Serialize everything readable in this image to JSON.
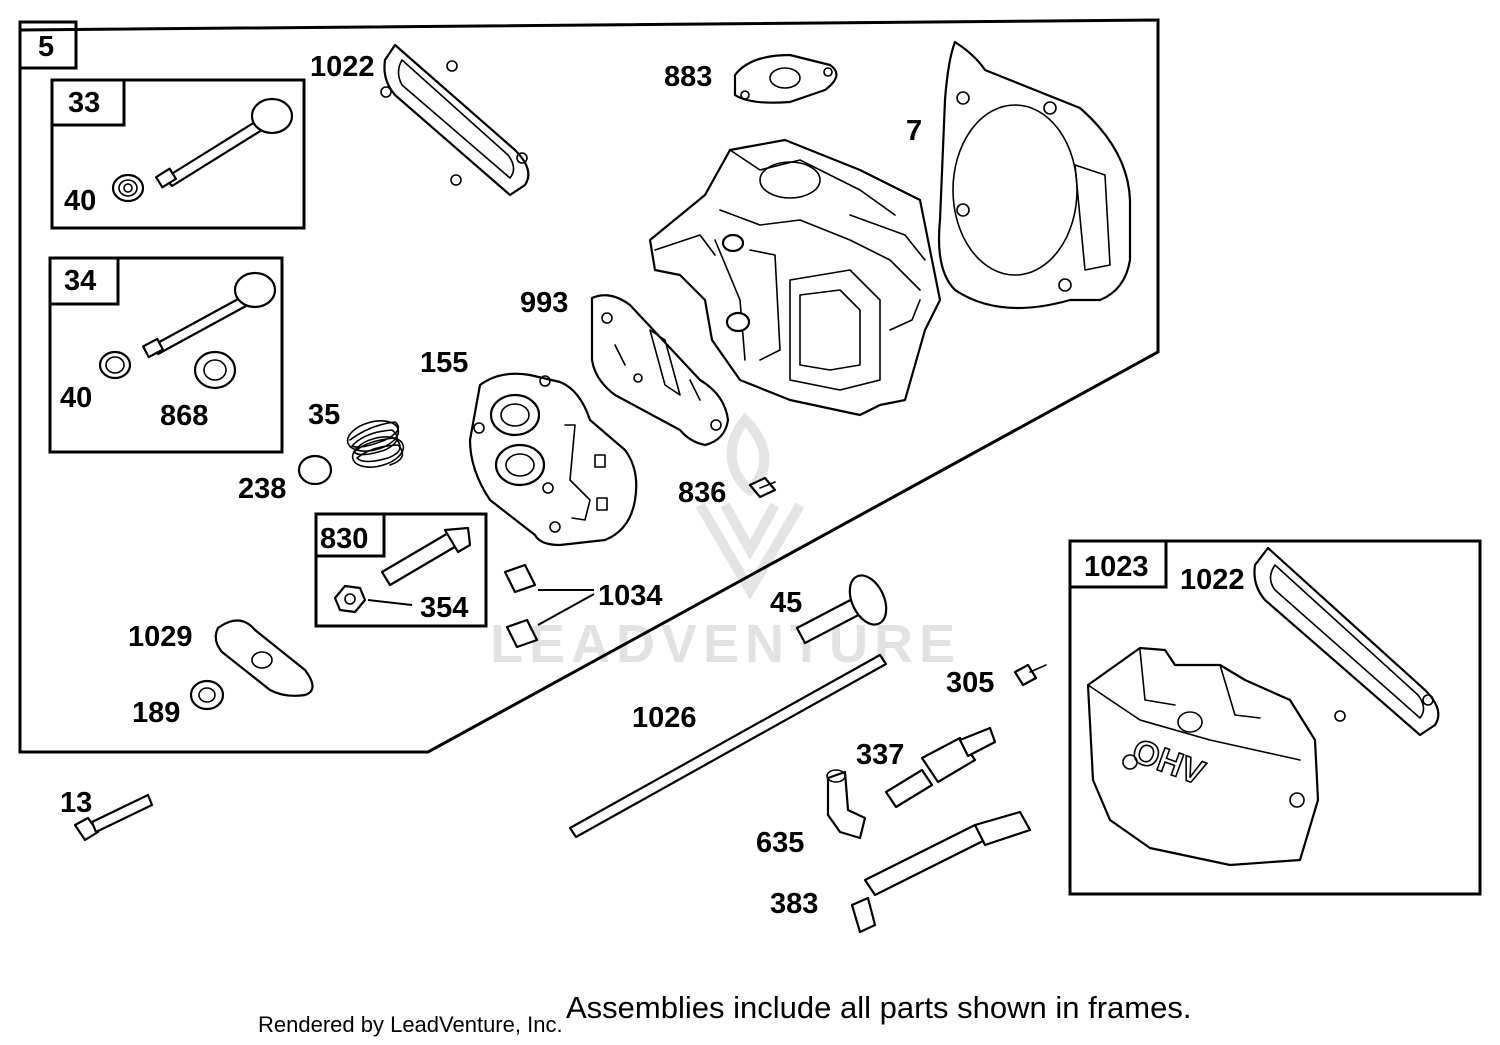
{
  "frames": {
    "main": "5",
    "intake_valve": "33",
    "exhaust_valve": "34",
    "breather": "830",
    "cover": "1023"
  },
  "parts": {
    "p1022a": "1022",
    "p883": "883",
    "p7": "7",
    "p40a": "40",
    "p40b": "40",
    "p868": "868",
    "p993": "993",
    "p155": "155",
    "p35": "35",
    "p238": "238",
    "p836": "836",
    "p354": "354",
    "p1034": "1034",
    "p1029": "1029",
    "p189": "189",
    "p45": "45",
    "p1022b": "1022",
    "p305": "305",
    "p1026": "1026",
    "p337": "337",
    "p13": "13",
    "p635": "635",
    "p383": "383",
    "cover_emboss": "OHV"
  },
  "watermark": "LEADVENTURE",
  "footer": {
    "credit": "Rendered by LeadVenture, Inc.",
    "note": "Assemblies include all parts shown in frames."
  }
}
